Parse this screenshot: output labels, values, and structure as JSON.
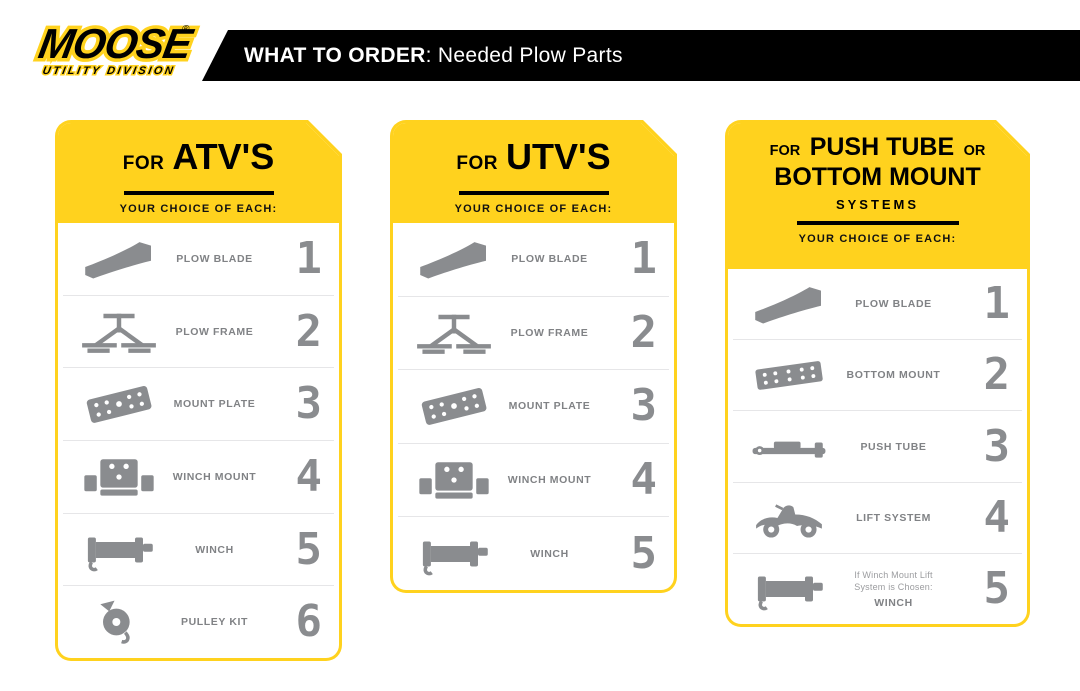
{
  "header": {
    "logo": {
      "name": "MOOSE",
      "sub": "UTILITY DIVISION",
      "reg": "®"
    },
    "title_strong": "WHAT TO ORDER",
    "title_rest": ": Needed Plow Parts"
  },
  "colors": {
    "yellow": "#FFD21E",
    "gray": "#8A8C8F",
    "black": "#000000"
  },
  "cards": [
    {
      "for": "FOR",
      "title": "ATV'S",
      "choice": "YOUR CHOICE OF EACH:",
      "items": [
        {
          "icon": "plow-blade",
          "label": "PLOW BLADE",
          "number": "1"
        },
        {
          "icon": "plow-frame",
          "label": "PLOW FRAME",
          "number": "2"
        },
        {
          "icon": "mount-plate",
          "label": "MOUNT PLATE",
          "number": "3"
        },
        {
          "icon": "winch-mount",
          "label": "WINCH MOUNT",
          "number": "4"
        },
        {
          "icon": "winch",
          "label": "WINCH",
          "number": "5"
        },
        {
          "icon": "pulley-kit",
          "label": "PULLEY KIT",
          "number": "6"
        }
      ]
    },
    {
      "for": "FOR",
      "title": "UTV'S",
      "choice": "YOUR CHOICE OF EACH:",
      "items": [
        {
          "icon": "plow-blade",
          "label": "PLOW BLADE",
          "number": "1"
        },
        {
          "icon": "plow-frame",
          "label": "PLOW FRAME",
          "number": "2"
        },
        {
          "icon": "mount-plate",
          "label": "MOUNT PLATE",
          "number": "3"
        },
        {
          "icon": "winch-mount",
          "label": "WINCH MOUNT",
          "number": "4"
        },
        {
          "icon": "winch",
          "label": "WINCH",
          "number": "5"
        }
      ]
    },
    {
      "for": "FOR",
      "title_big1": "PUSH TUBE",
      "title_or": "OR",
      "title_big2": "BOTTOM MOUNT",
      "title_small": "SYSTEMS",
      "choice": "YOUR CHOICE OF EACH:",
      "items": [
        {
          "icon": "plow-blade",
          "label": "PLOW BLADE",
          "number": "1"
        },
        {
          "icon": "bottom-mount",
          "label": "BOTTOM MOUNT",
          "number": "2"
        },
        {
          "icon": "push-tube",
          "label": "PUSH TUBE",
          "number": "3"
        },
        {
          "icon": "lift-system",
          "label": "LIFT SYSTEM",
          "number": "4"
        },
        {
          "icon": "winch",
          "note1": "If Winch Mount Lift",
          "note2": "System is Chosen:",
          "label": "WINCH",
          "number": "5"
        }
      ]
    }
  ]
}
